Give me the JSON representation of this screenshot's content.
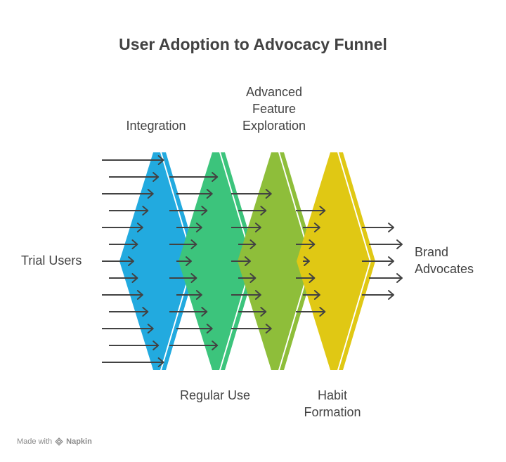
{
  "title": "User Adoption to Advocacy Funnel",
  "stages": [
    {
      "id": "trial",
      "label": "Trial Users"
    },
    {
      "id": "integration",
      "label": "Integration",
      "color": "#22aadf"
    },
    {
      "id": "regular",
      "label": "Regular Use",
      "color": "#3cc47c"
    },
    {
      "id": "advanced",
      "label": "Advanced\nFeature\nExploration",
      "color": "#8ebe3a"
    },
    {
      "id": "habit",
      "label": "Habit\nFormation",
      "color": "#e0c814"
    },
    {
      "id": "brand",
      "label": "Brand\nAdvocates"
    }
  ],
  "colors": {
    "text": "#424242",
    "arrow": "#424242"
  },
  "arrow_counts": [
    13,
    11,
    9,
    7,
    5
  ],
  "watermark": {
    "prefix": "Made with",
    "brand": "Napkin",
    "icon": "napkin-logo-icon"
  }
}
